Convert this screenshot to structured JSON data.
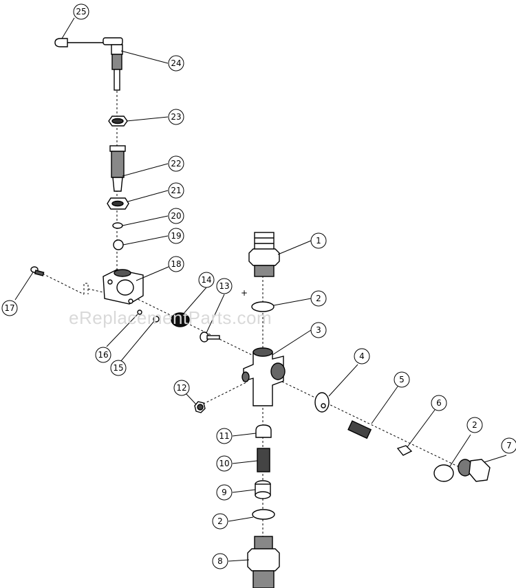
{
  "watermark": "eReplacementParts.com",
  "callouts": [
    {
      "id": "c25",
      "label": "25"
    },
    {
      "id": "c24",
      "label": "24"
    },
    {
      "id": "c23",
      "label": "23"
    },
    {
      "id": "c22",
      "label": "22"
    },
    {
      "id": "c21",
      "label": "21"
    },
    {
      "id": "c20",
      "label": "20"
    },
    {
      "id": "c19",
      "label": "19"
    },
    {
      "id": "c18",
      "label": "18"
    },
    {
      "id": "c17",
      "label": "17"
    },
    {
      "id": "c16",
      "label": "16"
    },
    {
      "id": "c15",
      "label": "15"
    },
    {
      "id": "c14",
      "label": "14"
    },
    {
      "id": "c13",
      "label": "13"
    },
    {
      "id": "c12",
      "label": "12"
    },
    {
      "id": "c11",
      "label": "11"
    },
    {
      "id": "c10",
      "label": "10"
    },
    {
      "id": "c9",
      "label": "9"
    },
    {
      "id": "c8",
      "label": "8"
    },
    {
      "id": "c7",
      "label": "7"
    },
    {
      "id": "c6",
      "label": "6"
    },
    {
      "id": "c5",
      "label": "5"
    },
    {
      "id": "c4",
      "label": "4"
    },
    {
      "id": "c3",
      "label": "3"
    },
    {
      "id": "c2a",
      "label": "2"
    },
    {
      "id": "c2b",
      "label": "2"
    },
    {
      "id": "c2c",
      "label": "2"
    },
    {
      "id": "c1",
      "label": "1"
    }
  ]
}
